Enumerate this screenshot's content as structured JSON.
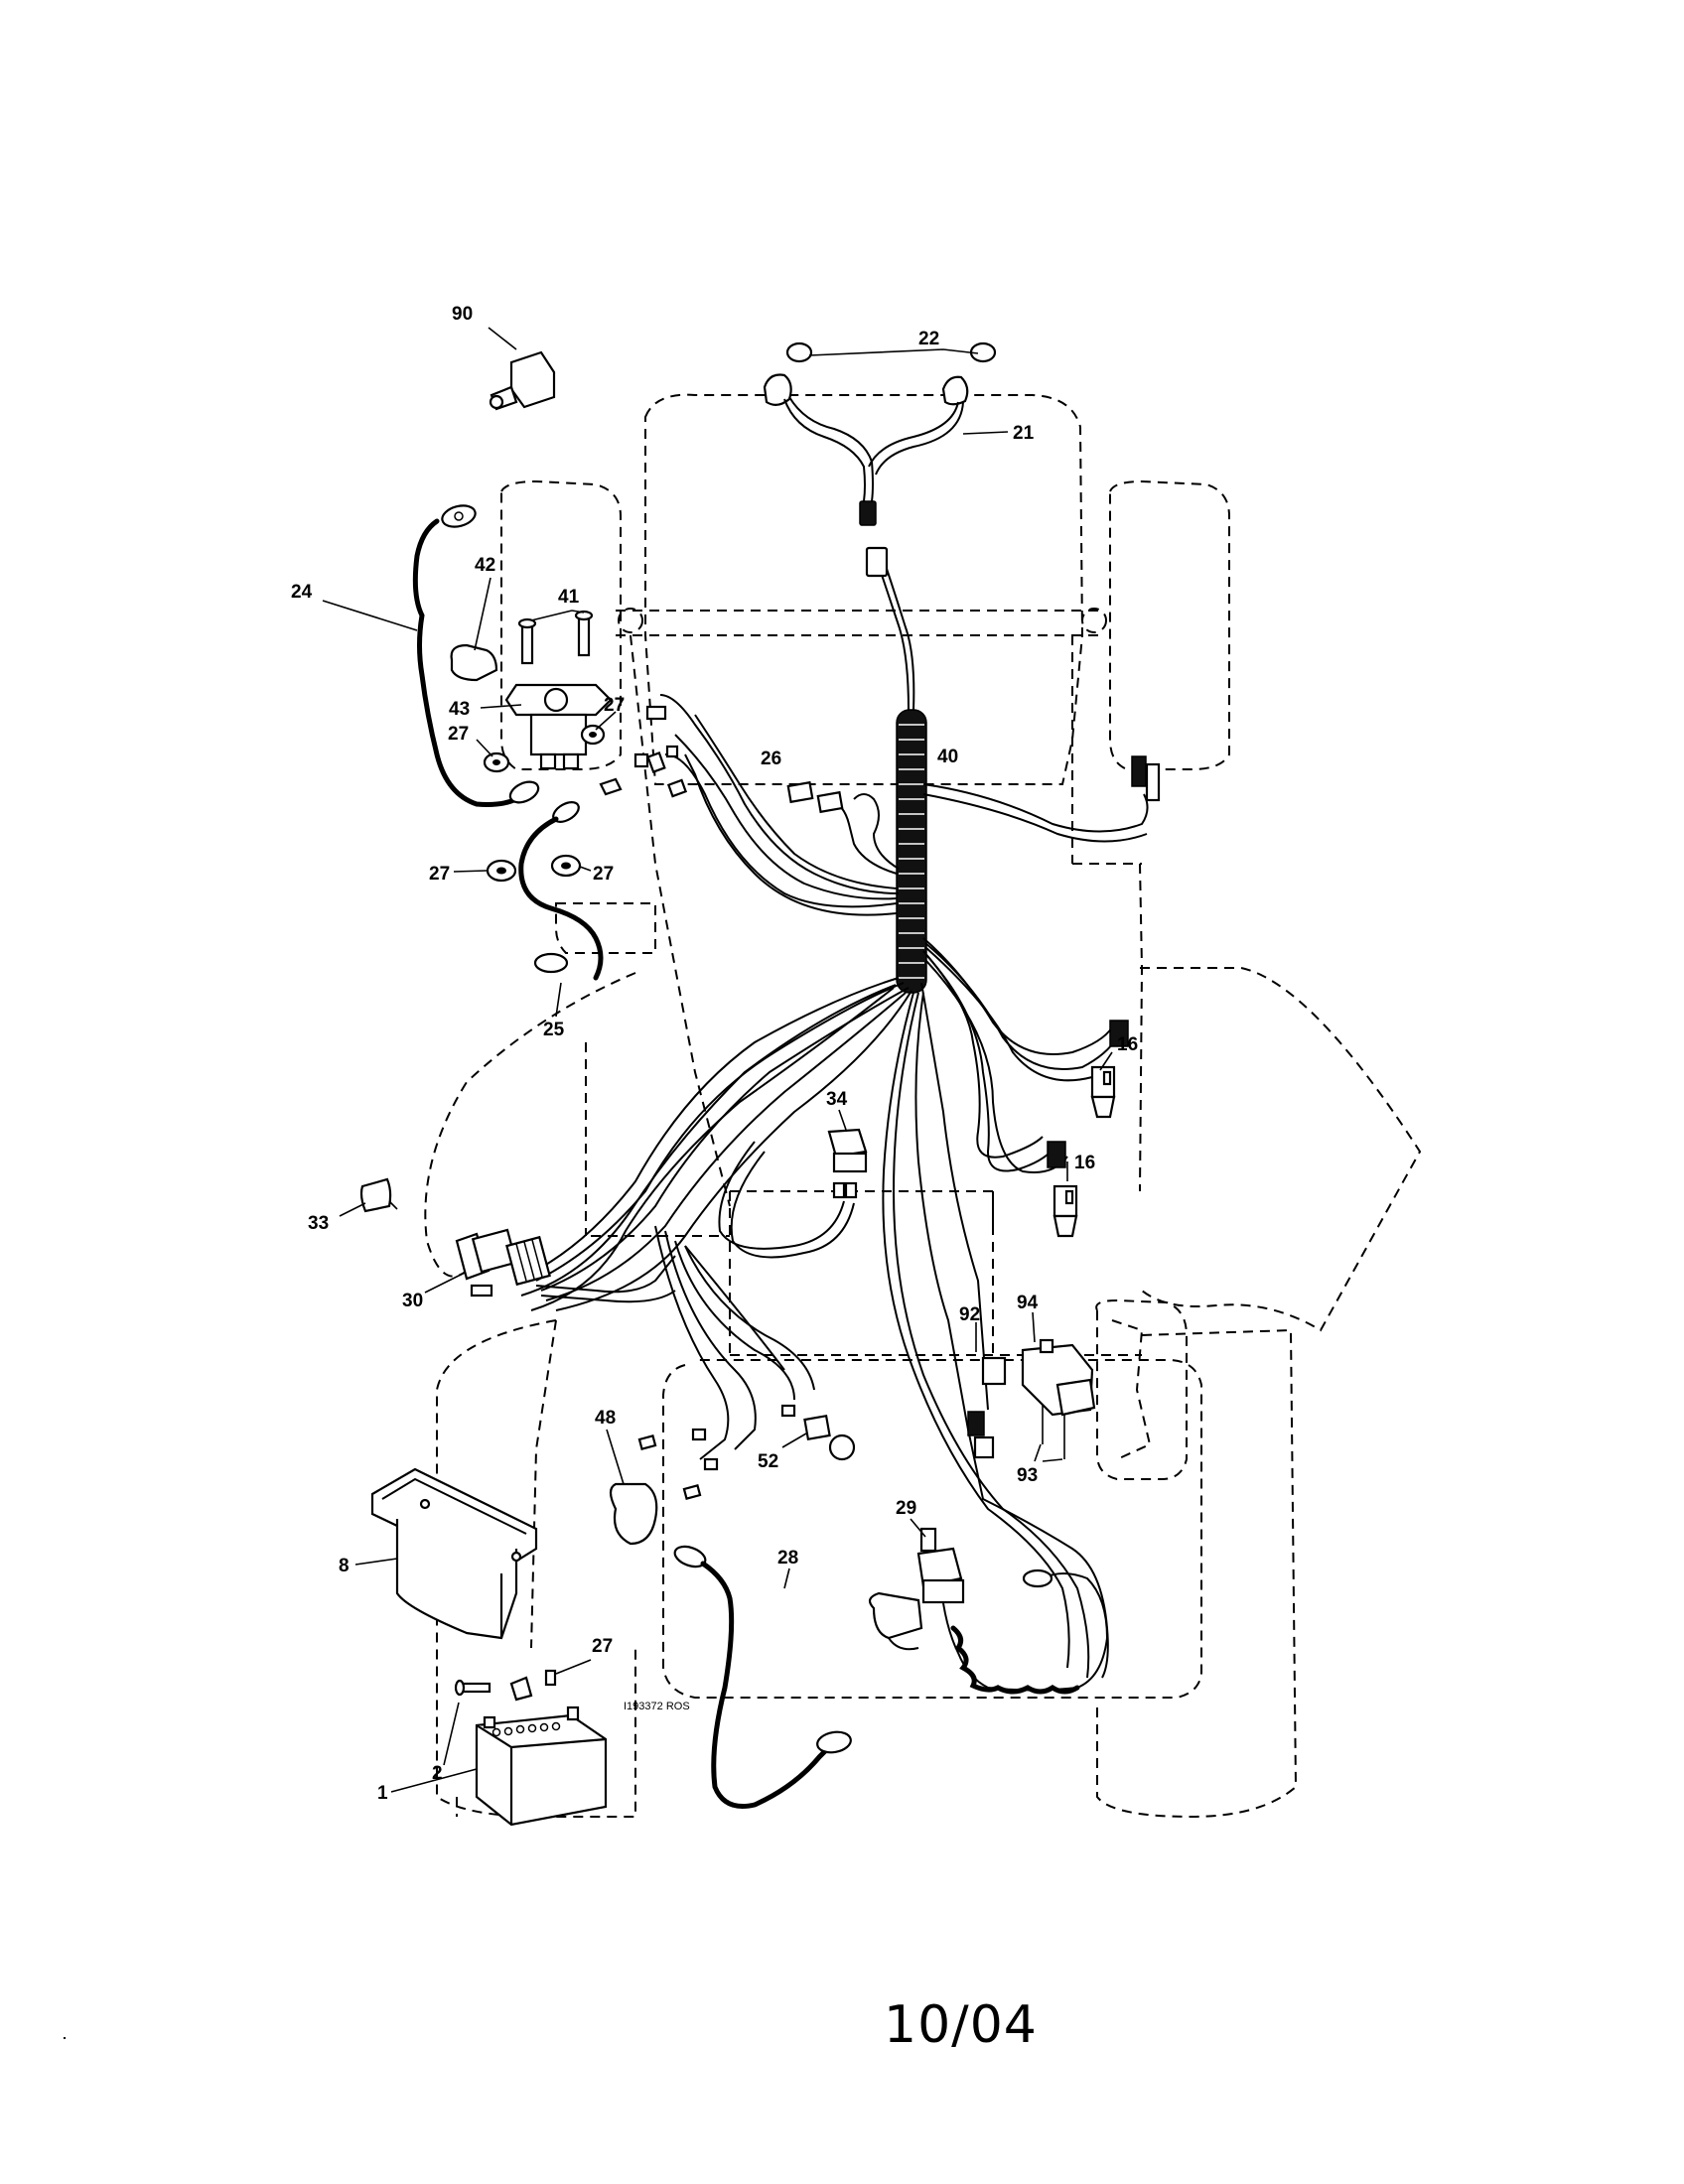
{
  "callouts": [
    {
      "id": "c90",
      "label": "90"
    },
    {
      "id": "c22",
      "label": "22"
    },
    {
      "id": "c21",
      "label": "21"
    },
    {
      "id": "c24",
      "label": "24"
    },
    {
      "id": "c42",
      "label": "42"
    },
    {
      "id": "c41",
      "label": "41"
    },
    {
      "id": "c43",
      "label": "43"
    },
    {
      "id": "c27a",
      "label": "27"
    },
    {
      "id": "c27b",
      "label": "27"
    },
    {
      "id": "c27c",
      "label": "27"
    },
    {
      "id": "c27d",
      "label": "27"
    },
    {
      "id": "c27e",
      "label": "27"
    },
    {
      "id": "c26",
      "label": "26"
    },
    {
      "id": "c40",
      "label": "40"
    },
    {
      "id": "c25",
      "label": "25"
    },
    {
      "id": "c16a",
      "label": "16"
    },
    {
      "id": "c16b",
      "label": "16"
    },
    {
      "id": "c34",
      "label": "34"
    },
    {
      "id": "c33",
      "label": "33"
    },
    {
      "id": "c30",
      "label": "30"
    },
    {
      "id": "c92",
      "label": "92"
    },
    {
      "id": "c94",
      "label": "94"
    },
    {
      "id": "c93",
      "label": "93"
    },
    {
      "id": "c48",
      "label": "48"
    },
    {
      "id": "c52",
      "label": "52"
    },
    {
      "id": "c29",
      "label": "29"
    },
    {
      "id": "c8",
      "label": "8"
    },
    {
      "id": "c28",
      "label": "28"
    },
    {
      "id": "c2",
      "label": "2"
    },
    {
      "id": "c1",
      "label": "1"
    }
  ],
  "figure_code": "I193372 ROS",
  "page_number": "10/04"
}
